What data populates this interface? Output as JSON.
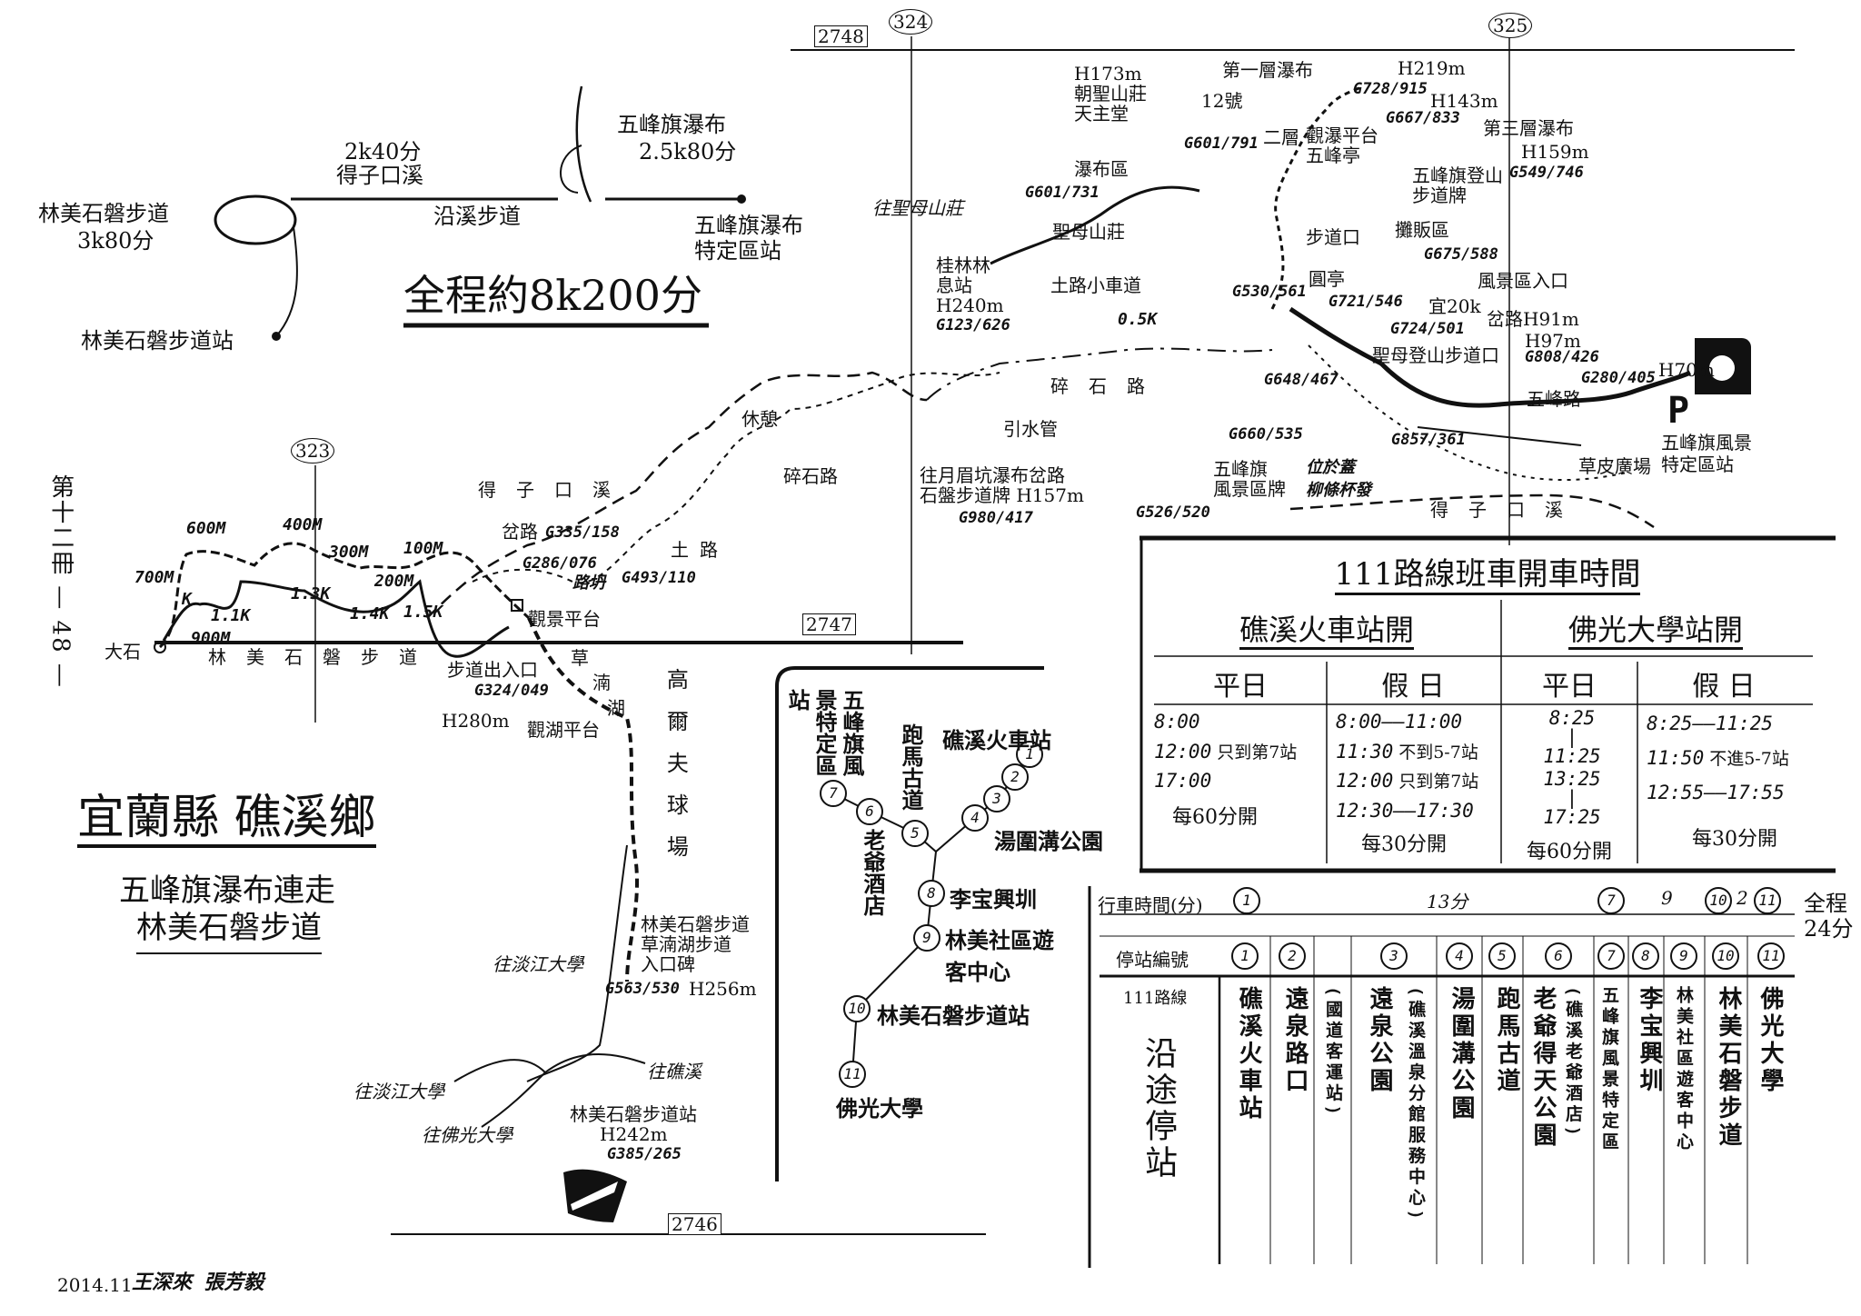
{
  "grid": {
    "n2748": "2748",
    "n2747": "2747",
    "n2746": "2746",
    "c323": "323",
    "c324": "324",
    "c325": "325"
  },
  "overview": {
    "loop_name": "林美石磐步道",
    "loop_time": "3k80分",
    "creek_time": "2k40分",
    "creek_name": "得子口溪",
    "creek_trail": "沿溪步道",
    "falls_name": "五峰旗瀑布",
    "falls_time": "2.5k80分",
    "falls_stop_1": "五峰旗瀑布",
    "falls_stop_2": "特定區站",
    "start_stop": "林美石磐步道站",
    "total": "全程約8k200分"
  },
  "map_labels": {
    "to_shengmu": "往聖母山莊",
    "guilin_1": "桂林林",
    "guilin_2": "息站",
    "guilin_h": "H240m",
    "guilin_g": "G123/626",
    "chaosheng_h": "H173m",
    "chaosheng_1": "朝聖山莊",
    "chaosheng_2": "天主堂",
    "fall1": "第一層瀑布",
    "fall1_h": "H219m",
    "fall1_g": "G728/915",
    "no12": "12號",
    "fall2_h": "H143m",
    "fall2_g": "G667/833",
    "fall2": "二層",
    "viewing_1": "觀瀑平台",
    "viewing_2": "五峰亭",
    "fall3": "第三層瀑布",
    "fall3_h": "H159m",
    "g601_791": "G601/791",
    "waterfall_area": "瀑布區",
    "trail_sign_1": "五峰旗登山",
    "trail_sign_2": "步道牌",
    "g549": "G549/746",
    "g601_731": "G601/731",
    "shengmu": "聖母山莊",
    "trailhead": "步道口",
    "vendor": "攤販區",
    "g675": "G675/588",
    "dirt_car": "土路小車道",
    "pavilion": "圓亭",
    "scenic_entrance": "風景區入口",
    "g530": "G530/561",
    "g721": "G721/546",
    "yi20k": "宜20k",
    "k05": "0.5K",
    "g724": "G724/501",
    "fork_h91": "岔路H91m",
    "h97": "H97m",
    "g808": "G808/426",
    "shengmu_trailhead": "聖母登山步道口",
    "g280": "G280/405",
    "h70": "H70m",
    "gravel_1": "碎石路",
    "water_pipe": "引水管",
    "wufeng_rd": "五峰路",
    "parking": "P",
    "scenic_stop_1": "五峰旗風景",
    "scenic_stop_2": "特定區站",
    "lawn": "草皮廣場",
    "g857": "G857/361",
    "g660": "G660/535",
    "g648": "G648/467",
    "scenic_sign_1": "五峰旗",
    "scenic_sign_2": "風景區牌",
    "hand_note_1": "位於蓋",
    "hand_note_2": "柳條杯發",
    "g526": "G526/520",
    "creek_right": "得子口溪",
    "yuemei_1": "往月眉坑瀑布岔路",
    "yuemei_2": "石盤步道牌 H157m",
    "g980": "G980/417",
    "rest": "休憩",
    "gravel_2": "碎石路",
    "creek_left": "得子口溪",
    "dirt_rd": "土路",
    "collapse": "路坍",
    "g493": "G493/110",
    "fork": "岔路",
    "g335": "G335/158",
    "g286": "G286/076",
    "view_platform": "觀景平台",
    "m600": "600M",
    "m400": "400M",
    "m300": "300M",
    "m700": "700M",
    "m100": "100M",
    "m200": "200M",
    "m900": "900M",
    "k11": "1.1K",
    "k13": "1.3K",
    "k14": "1.4K",
    "k15": "1.5K",
    "k1": "K",
    "book": "第十二冊 — 48 —",
    "dashi": "大石",
    "linmei_trail": "林美石磐步道",
    "trail_exit": "步道出入口",
    "g324": "G324/049",
    "h280": "H280m",
    "cao": "草",
    "nan": "湳",
    "hu": "湖",
    "golf": "高爾夫球場",
    "lake_view": "觀湖平台",
    "entrance_1": "林美石磐步道",
    "entrance_2": "草湳湖步道",
    "entrance_3": "入口碑",
    "g563": "G563/530",
    "h256": "H256m",
    "to_tamkang_1": "往淡江大學",
    "to_jiaoxi": "往礁溪",
    "to_tamkang_2": "往淡江大學",
    "to_foguang": "往佛光大學",
    "linmei_stop": "林美石磐步道站",
    "linmei_h": "H242m",
    "g385": "G385/265"
  },
  "title": {
    "county": "宜蘭縣 礁溪鄉",
    "sub_1": "五峰旗瀑布連走",
    "sub_2": "林美石磐步道"
  },
  "route_diagram": {
    "stops": [
      {
        "num": "1",
        "label": "礁溪火車站"
      },
      {
        "num": "2",
        "label": ""
      },
      {
        "num": "3",
        "label": ""
      },
      {
        "num": "4",
        "label": "湯圍溝公園"
      },
      {
        "num": "5",
        "label": "跑馬古道"
      },
      {
        "num": "6",
        "label": "老爺酒店"
      },
      {
        "num": "7",
        "label": "五峰旗風景特定區站"
      },
      {
        "num": "8",
        "label": "李宝興圳"
      },
      {
        "num": "9",
        "label": "林美社區遊客中心"
      },
      {
        "num": "10",
        "label": "林美石磐步道站"
      },
      {
        "num": "11",
        "label": "佛光大學"
      }
    ]
  },
  "timetable": {
    "title": "111路線班車開車時間",
    "from_jiaoxi": "礁溪火車站開",
    "from_foguang": "佛光大學站開",
    "weekday": "平日",
    "holiday": "假 日",
    "jx_weekday": [
      {
        "t": "8:00",
        "n": ""
      },
      {
        "t": "12:00",
        "n": "只到第7站"
      },
      {
        "t": "17:00",
        "n": ""
      }
    ],
    "jx_weekday_freq": "每60分開",
    "jx_holiday": [
      {
        "t": "8:00——11:00",
        "n": ""
      },
      {
        "t": "11:30",
        "n": "不到5-7站"
      },
      {
        "t": "12:00",
        "n": "只到第7站"
      },
      {
        "t": "12:30——17:30",
        "n": ""
      }
    ],
    "jx_holiday_freq": "每30分開",
    "fg_weekday": [
      "8:25",
      "11:25",
      "13:25",
      "17:25"
    ],
    "fg_weekday_freq": "每60分開",
    "fg_holiday": [
      {
        "t": "8:25——11:25",
        "n": ""
      },
      {
        "t": "11:50",
        "n": "不進5-7站"
      },
      {
        "t": "12:55——17:55",
        "n": ""
      }
    ],
    "fg_holiday_freq": "每30分開"
  },
  "stop_table": {
    "travel_label": "行車時間(分)",
    "seg_1_7": "13分",
    "seg_7_10": "9",
    "seg_10_11": "2",
    "total_1": "全程",
    "total_2": "24分",
    "stop_no_label": "停站編號",
    "route_label": "111路線",
    "stops_label": "沿途停站",
    "numbers": [
      "1",
      "2",
      "3",
      "4",
      "5",
      "6",
      "7",
      "8",
      "9",
      "10",
      "11"
    ],
    "names": [
      "礁溪火車站",
      "遠泉路口",
      "(國道客運站)",
      "遠泉公園",
      "(礁溪溫泉分館服務中心)",
      "湯圍溝公園",
      "跑馬古道",
      "老爺得天公園",
      "(礁溪老爺酒店)",
      "五峰旗風景特定區",
      "李宝興圳",
      "林美社區遊客中心",
      "林美石磐步道",
      "佛光大學"
    ]
  },
  "footer": {
    "date": "2014.11",
    "authors": "王深來 張芳毅"
  }
}
